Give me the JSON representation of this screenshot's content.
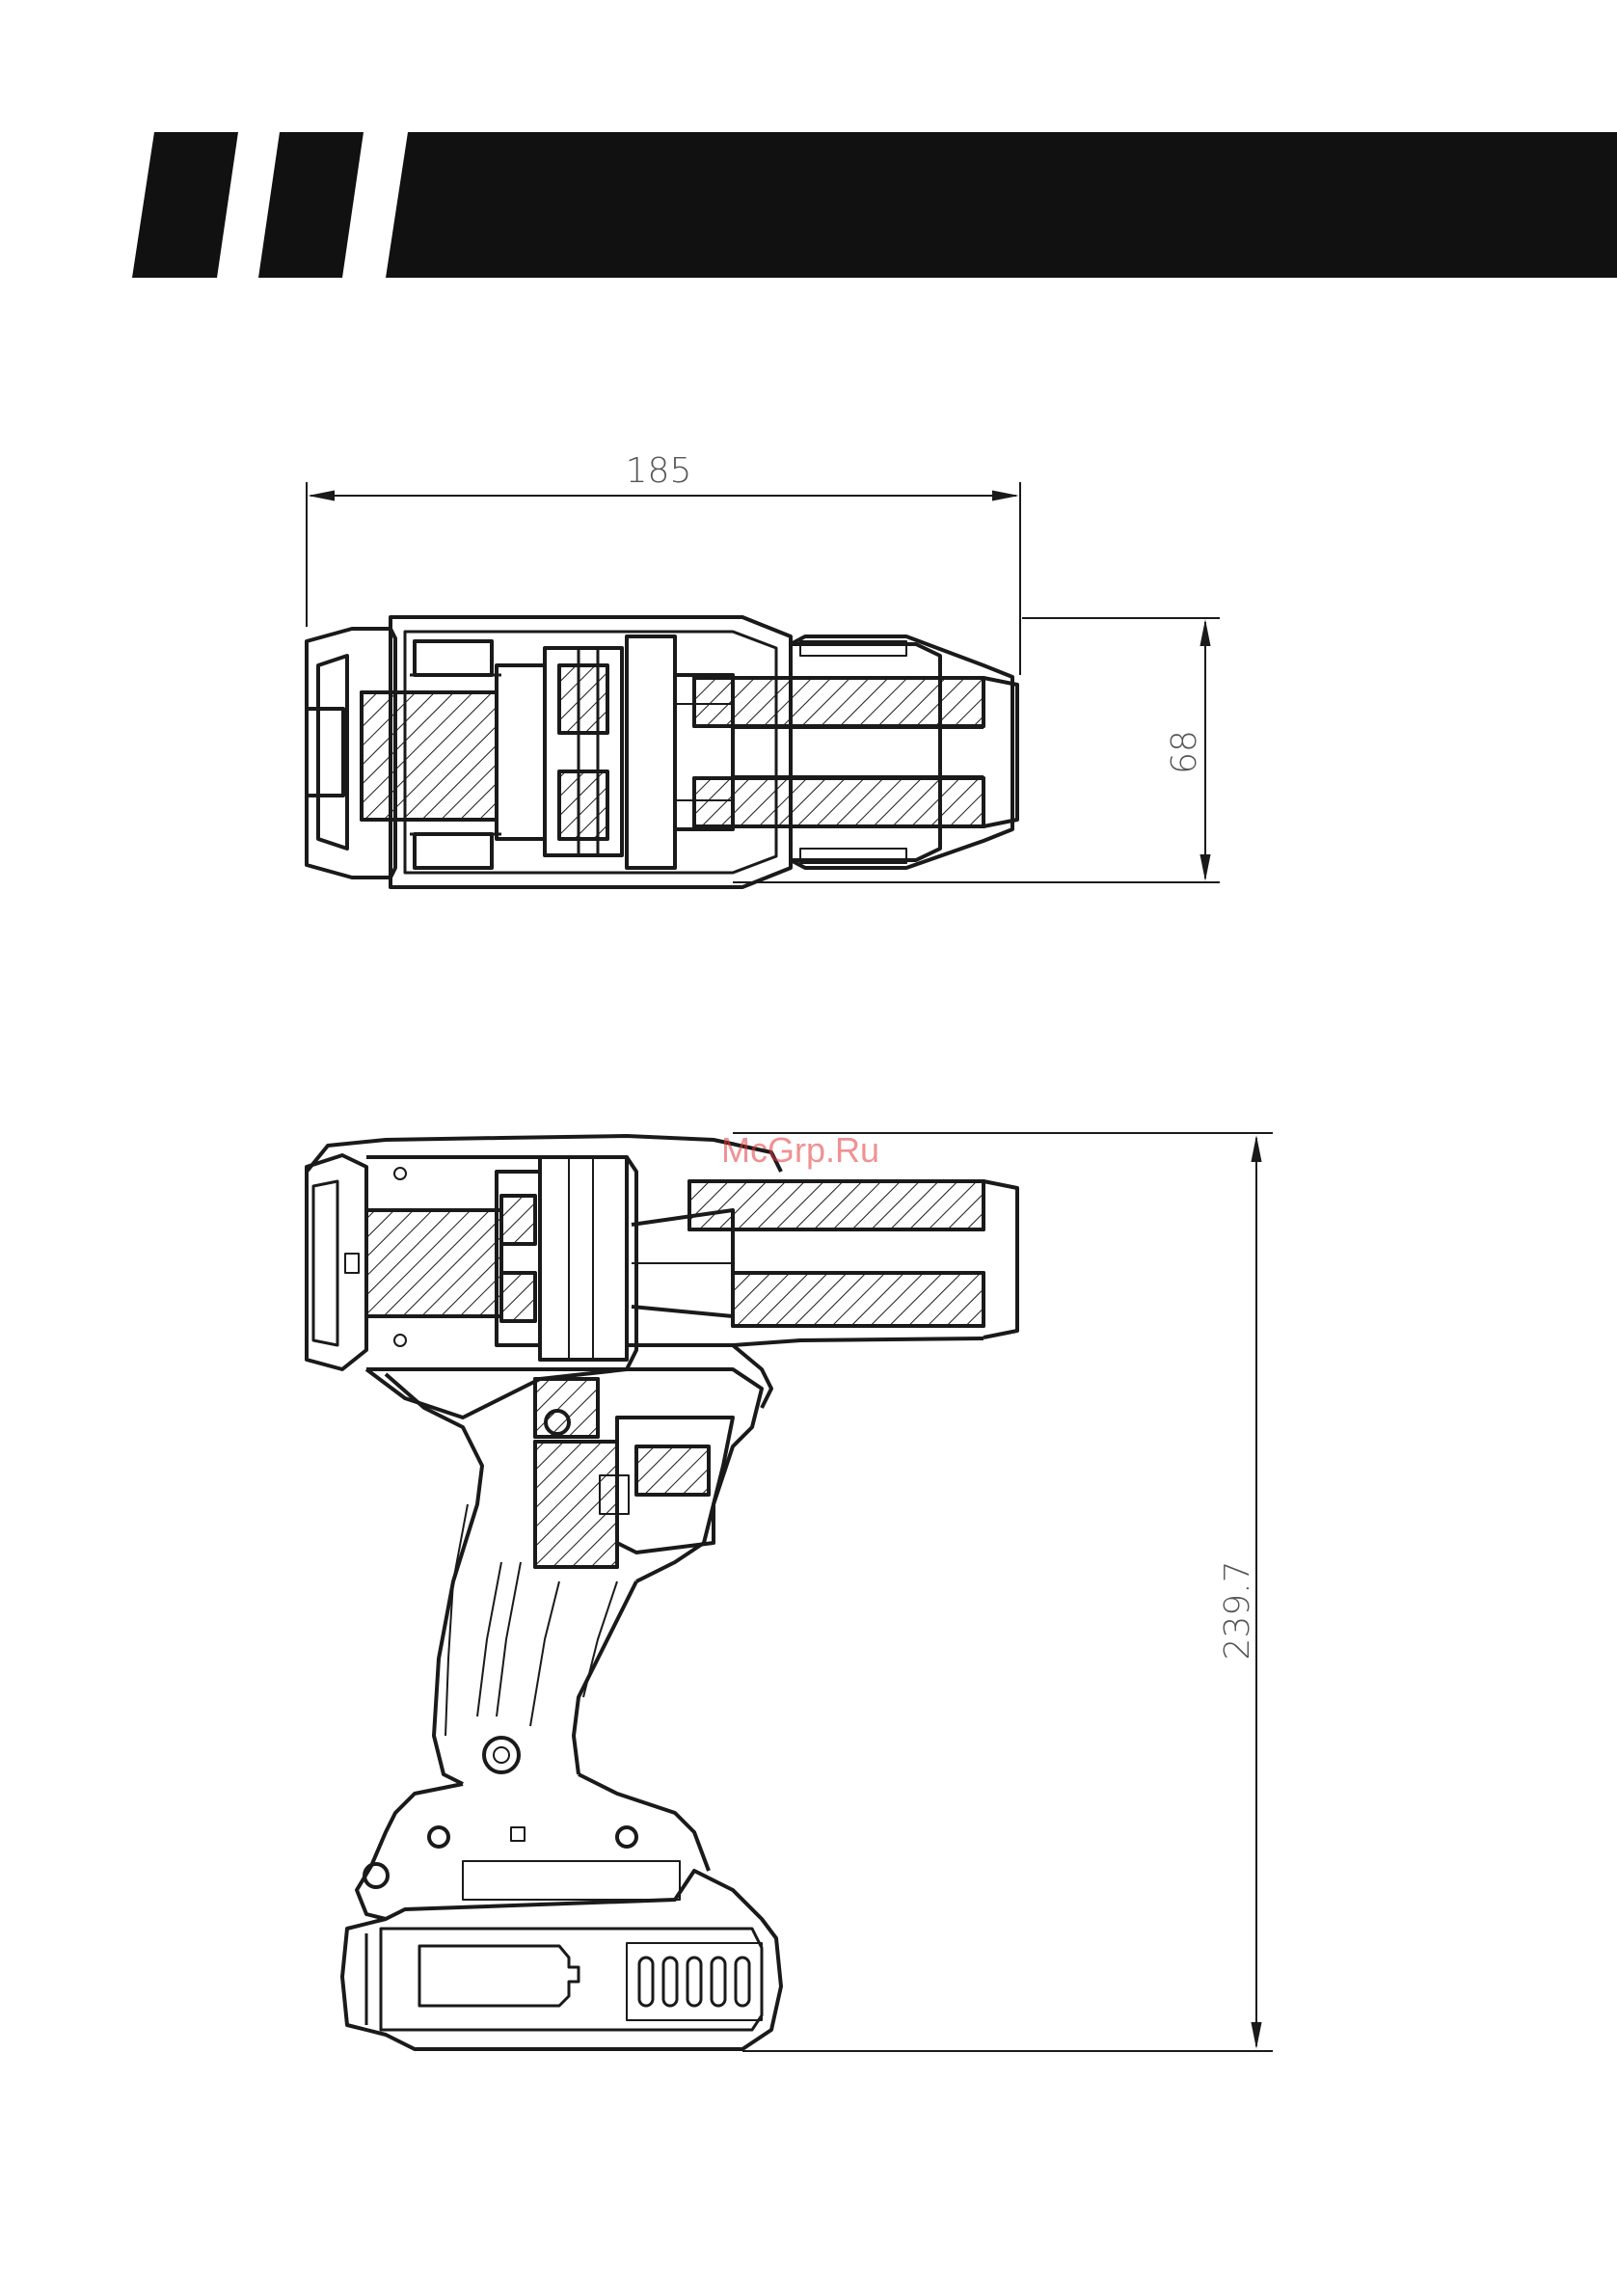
{
  "watermark": "McGrp.Ru",
  "dimensions": {
    "top_view_length": "185",
    "top_view_width": "68",
    "side_view_height": "239.7"
  },
  "colors": {
    "ink": "#1a1a1a",
    "banner": "#111111",
    "dimension_text": "#555555",
    "watermark": "#e5383b"
  }
}
